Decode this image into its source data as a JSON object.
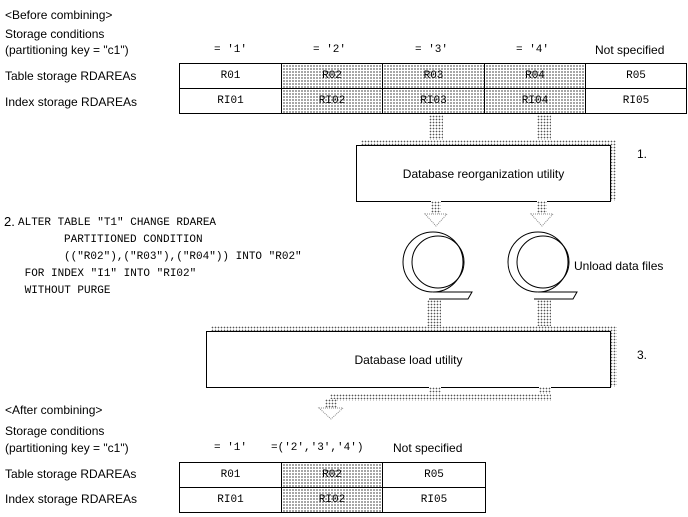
{
  "before": {
    "heading": "<Before combining>",
    "storage_conditions": "Storage conditions",
    "partitioning_key": "(partitioning key = \"c1\")",
    "conditions": [
      "= '1'",
      "= '2'",
      "= '3'",
      "= '4'",
      "Not specified"
    ],
    "table_row_label": "Table storage RDAREAs",
    "index_row_label": "Index storage RDAREAs",
    "table_areas": [
      "R01",
      "R02",
      "R03",
      "R04",
      "R05"
    ],
    "index_areas": [
      "RI01",
      "RI02",
      "RI03",
      "RI04",
      "RI05"
    ]
  },
  "steps": {
    "step1_number": "1.",
    "reorg_utility": "Database reorganization utility",
    "step2_number": "2.",
    "sql_lines": [
      "ALTER TABLE \"T1\" CHANGE RDAREA",
      "     PARTITIONED CONDITION",
      "     ((\"R02\"),(\"R03\"),(\"R04\")) INTO \"R02\"",
      " FOR INDEX \"I1\" INTO \"RI02\"",
      " WITHOUT PURGE"
    ],
    "unload_files": "Unload data files",
    "step3_number": "3.",
    "load_utility": "Database load utility"
  },
  "after": {
    "heading": "<After combining>",
    "storage_conditions": "Storage conditions",
    "partitioning_key": "(partitioning key = \"c1\")",
    "condition_1": "= '1'",
    "condition_2": "=('2','3','4')",
    "condition_3": "Not specified",
    "table_row_label": "Table storage RDAREAs",
    "index_row_label": "Index storage RDAREAs",
    "table_areas": [
      "R01",
      "R02",
      "R05"
    ],
    "index_areas": [
      "RI01",
      "RI02",
      "RI05"
    ]
  }
}
